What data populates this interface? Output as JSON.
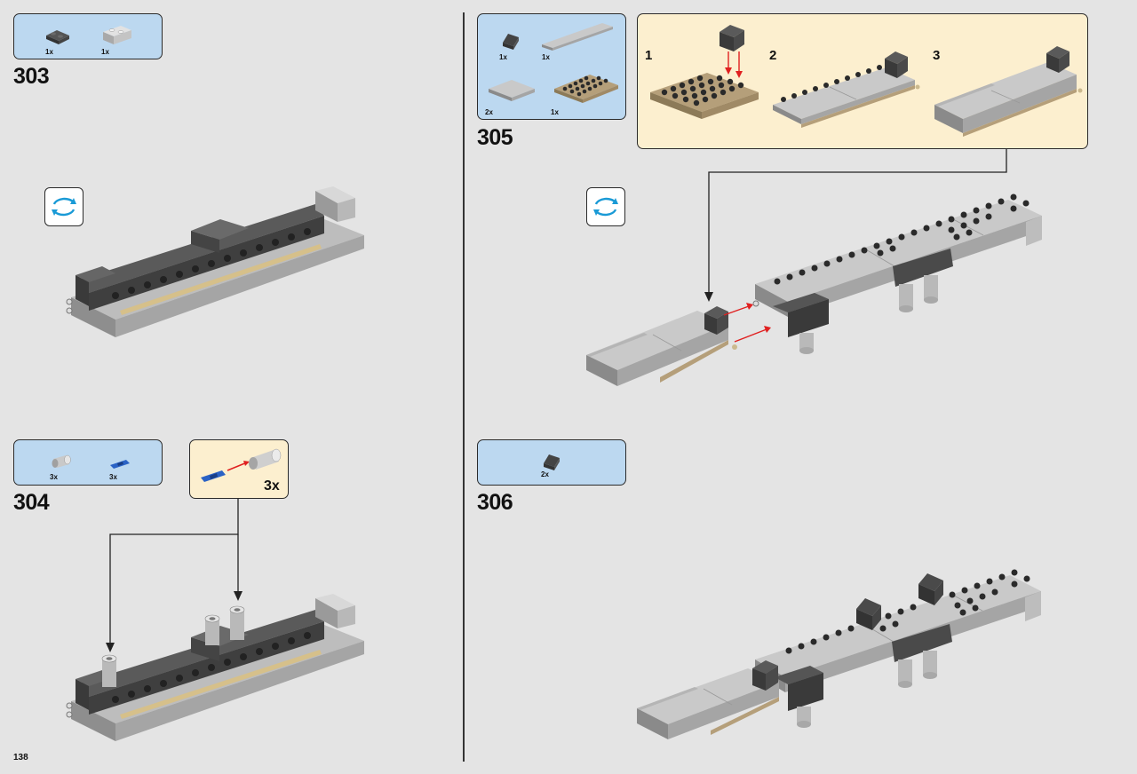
{
  "page": {
    "number": "138"
  },
  "steps": [
    {
      "number": "303",
      "parts": [
        {
          "qty": "1x",
          "icon": "dark-grey-plate-icon"
        },
        {
          "qty": "1x",
          "icon": "light-grey-brick-icon"
        }
      ]
    },
    {
      "number": "304",
      "parts": [
        {
          "qty": "3x",
          "icon": "light-grey-cylinder-icon"
        },
        {
          "qty": "3x",
          "icon": "blue-pin-icon"
        }
      ],
      "subassembly": {
        "qty": "3x"
      }
    },
    {
      "number": "305",
      "parts": [
        {
          "qty": "1x",
          "icon": "dark-grey-slope-icon"
        },
        {
          "qty": "1x",
          "icon": "light-grey-tile-icon"
        },
        {
          "qty": "2x",
          "icon": "light-grey-square-tile-icon"
        },
        {
          "qty": "1x",
          "icon": "tan-plate-icon"
        }
      ],
      "substeps": [
        "1",
        "2",
        "3"
      ]
    },
    {
      "number": "306",
      "parts": [
        {
          "qty": "2x",
          "icon": "dark-grey-slope-icon"
        }
      ]
    }
  ],
  "colors": {
    "parts_box": "#bcd8f0",
    "sub_box": "#fcefcf",
    "arrow": "#e02020",
    "rotate": "#1a9ad6"
  }
}
